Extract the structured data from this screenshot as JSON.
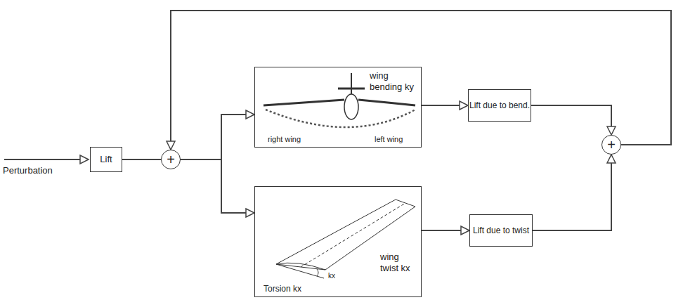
{
  "diagram": {
    "nodes": [
      {
        "text": [
          "Lift"
        ]
      },
      {
        "text": [
          "+"
        ]
      },
      {
        "text": [
          "wing bending ky",
          "right wing",
          "left wing"
        ]
      },
      {
        "text": [
          "wing twist kx",
          "Torsion kx",
          "kx"
        ]
      },
      {
        "text": [
          "Lift due to bend."
        ]
      },
      {
        "text": [
          "Lift due to twist"
        ]
      },
      {
        "text": [
          "+"
        ]
      }
    ],
    "edges": [
      {
        "from": 0,
        "to": 1,
        "arrow": "none"
      },
      {
        "from": 1,
        "to": 2,
        "arrow": "to"
      },
      {
        "from": 1,
        "to": 3,
        "arrow": "to"
      },
      {
        "from": 2,
        "to": 4,
        "arrow": "to"
      },
      {
        "from": 3,
        "to": 5,
        "arrow": "to"
      },
      {
        "from": 4,
        "to": 6,
        "arrow": "to"
      },
      {
        "from": 5,
        "to": 6,
        "arrow": "to"
      },
      {
        "from": 6,
        "to": 1,
        "arrow": "to"
      }
    ],
    "labels": [
      "Perturbation"
    ]
  }
}
